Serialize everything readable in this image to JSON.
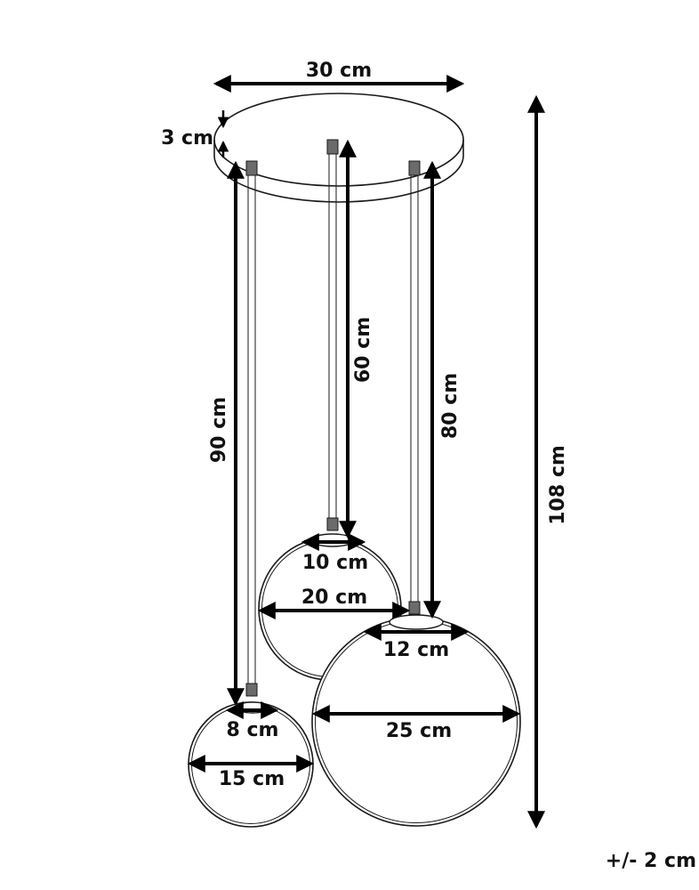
{
  "colors": {
    "line": "#1a1a1a",
    "arrow": "#000000",
    "background": "#ffffff",
    "cap": "#6b6b6b"
  },
  "labels": {
    "base_diameter": "30 cm",
    "base_height": "3 cm",
    "cord_small": "90 cm",
    "cord_medium": "60 cm",
    "cord_large": "80 cm",
    "total_height": "108 cm",
    "neck_medium": "10 cm",
    "globe_medium": "20 cm",
    "neck_large": "12 cm",
    "globe_large": "25 cm",
    "neck_small": "8 cm",
    "globe_small": "15 cm",
    "tolerance": "+/- 2 cm"
  }
}
